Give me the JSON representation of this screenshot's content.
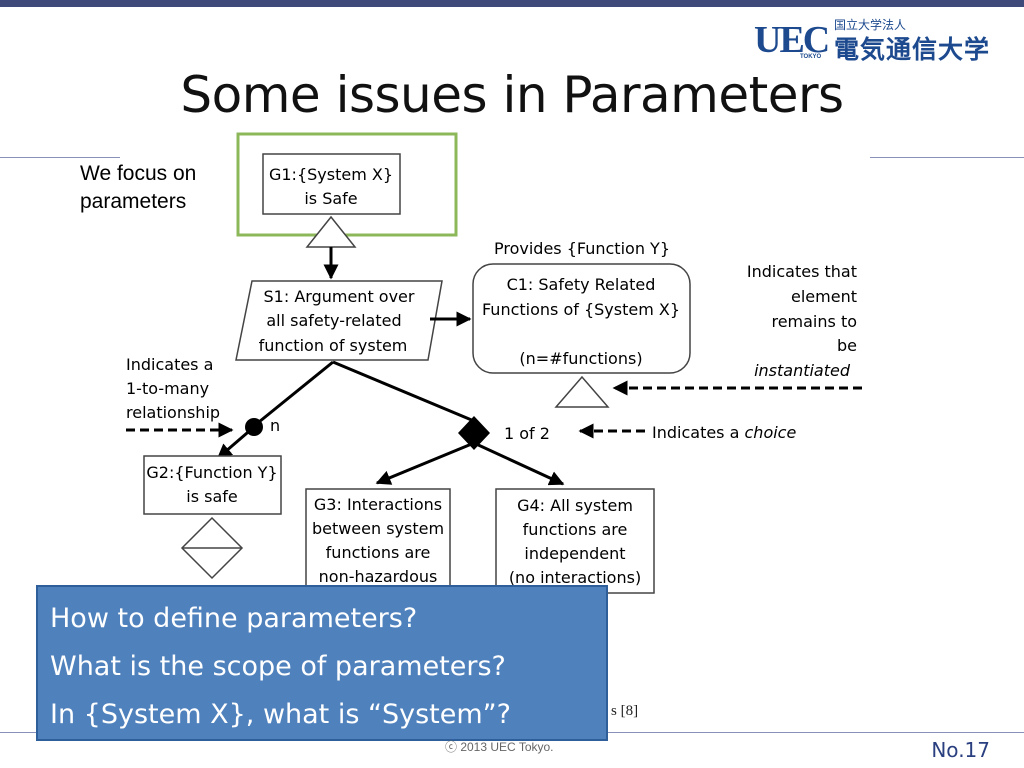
{
  "slide": {
    "title": "Some issues in Parameters",
    "focus_note": [
      "We focus on",
      "parameters"
    ],
    "logo": {
      "mark": "UEC",
      "tokyo": "TOKYO",
      "subtitle": "国立大学法人",
      "name": "電気通信大学"
    },
    "callout_lines": [
      "How to define parameters?",
      "What is the scope of parameters?",
      "In {System X}, what is “System”?"
    ],
    "reference_fragment": "s [8]",
    "copyright": "ⓒ 2013 UEC Tokyo.",
    "page_number": "No.17"
  },
  "diagram": {
    "nodes": {
      "g1": [
        "G1:{System X}",
        "is Safe"
      ],
      "s1": [
        "S1: Argument over",
        "all safety-related",
        "function of system"
      ],
      "c1": [
        "C1: Safety Related",
        "Functions of {System X}",
        "",
        "(n=#functions)"
      ],
      "g2": [
        "G2:{Function Y}",
        "is safe"
      ],
      "g3": [
        "G3: Interactions",
        "between system",
        "functions are",
        "non-hazardous"
      ],
      "g4": [
        "G4: All system",
        "functions are",
        "independent",
        "(no interactions)"
      ]
    },
    "labels": {
      "provides": "Provides {Function Y}",
      "multiplicity": "n",
      "choice": "1 of 2"
    },
    "annotations": {
      "instantiated": [
        "Indicates that",
        "element",
        "remains to",
        "be"
      ],
      "instantiated_italic": "instantiated",
      "one_to_many": [
        "Indicates a",
        "1-to-many",
        "relationship"
      ],
      "choice_prefix": "Indicates a ",
      "choice_italic": "choice"
    },
    "colors": {
      "highlight_box": "#8db85a",
      "callout_fill": "#4f81bd"
    }
  }
}
